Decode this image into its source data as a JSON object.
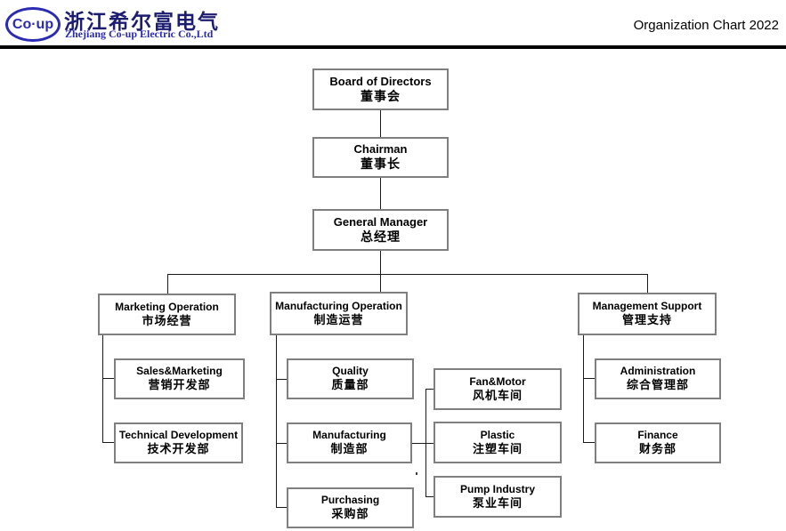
{
  "header": {
    "logo": {
      "badge": "Co·up",
      "company_zh": "浙江希尔富电气",
      "company_en": "Zhejiang Co-up Electric Co.,Ltd"
    },
    "title": "Organization Chart 2022"
  },
  "colors": {
    "logo_blue": "#2b2bb4",
    "company_navy": "#1c1c70",
    "box_border_gray": "#7f7f7f",
    "connector_black": "#1a1a1a"
  },
  "org": {
    "nodes": {
      "board": {
        "en": "Board of Directors",
        "zh": "董事会"
      },
      "chairman": {
        "en": "Chairman",
        "zh": "董事长"
      },
      "gm": {
        "en": "General Manager",
        "zh": "总经理"
      },
      "marketing_op": {
        "en": "Marketing Operation",
        "zh": "市场经营"
      },
      "manufacturing_op": {
        "en": "Manufacturing Operation",
        "zh": "制造运营"
      },
      "management_support": {
        "en": "Management Support",
        "zh": "管理支持"
      },
      "sales": {
        "en": "Sales&Marketing",
        "zh": "营销开发部"
      },
      "tech": {
        "en": "Technical Development",
        "zh": "技术开发部"
      },
      "quality": {
        "en": "Quality",
        "zh": "质量部"
      },
      "manufacturing": {
        "en": "Manufacturing",
        "zh": "制造部"
      },
      "purchasing": {
        "en": "Purchasing",
        "zh": "采购部"
      },
      "fan_motor": {
        "en": "Fan&Motor",
        "zh": "风机车间"
      },
      "plastic": {
        "en": "Plastic",
        "zh": "注塑车间"
      },
      "pump": {
        "en": "Pump Industry",
        "zh": "泵业车间"
      },
      "administration": {
        "en": "Administration",
        "zh": "综合管理部"
      },
      "finance": {
        "en": "Finance",
        "zh": "财务部"
      }
    }
  }
}
